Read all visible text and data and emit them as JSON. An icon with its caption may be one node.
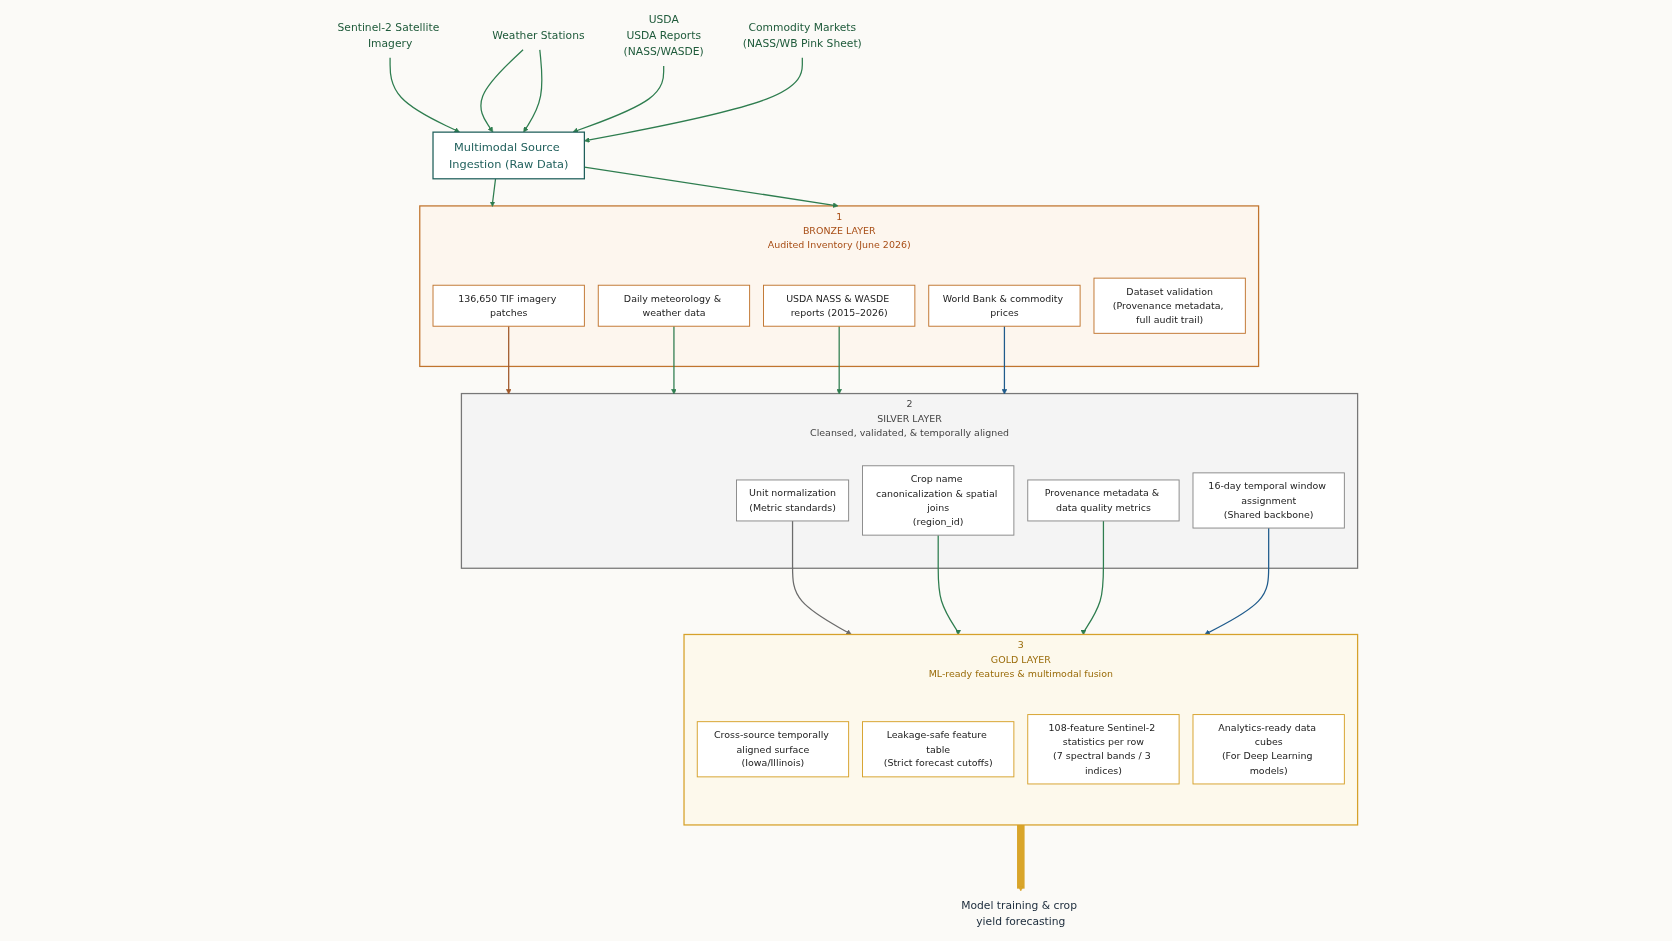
{
  "diagram": {
    "nodes": [
      {
        "text": [
          "Sentinel-2 Satellite Imagery"
        ]
      },
      {
        "text": [
          "Weather Stations"
        ]
      },
      {
        "text": [
          "USDA",
          "USDA Reports",
          "(NASS/WASDE)"
        ]
      },
      {
        "text": [
          "Commodity Markets",
          "(NASS/WB Pink Sheet)"
        ]
      },
      {
        "text": [
          "Multimodal Source Ingestion (Raw Data)"
        ]
      },
      {
        "text": [
          "1",
          "BRONZE LAYER",
          "Audited Inventory (June 2026)"
        ]
      },
      {
        "text": [
          "136,650 TIF imagery patches"
        ],
        "in": 5
      },
      {
        "text": [
          "Daily meteorology & weather data"
        ],
        "in": 5
      },
      {
        "text": [
          "USDA NASS & WASDE reports (2015–2026)"
        ],
        "in": 5
      },
      {
        "text": [
          "World Bank & commodity prices"
        ],
        "in": 5
      },
      {
        "text": [
          "Dataset validation",
          "(Provenance metadata, full audit trail)"
        ],
        "in": 5
      },
      {
        "text": [
          "2",
          "SILVER LAYER",
          "Cleansed, validated, & temporally aligned"
        ]
      },
      {
        "text": [
          "Unit normalization",
          "(Metric standards)"
        ],
        "in": 11
      },
      {
        "text": [
          "Crop name canonicalization & spatial joins",
          "(region_id)"
        ],
        "in": 11
      },
      {
        "text": [
          "Provenance metadata & data quality metrics"
        ],
        "in": 11
      },
      {
        "text": [
          "16-day temporal window assignment",
          "(Shared backbone)"
        ],
        "in": 11
      },
      {
        "text": [
          "3",
          "GOLD LAYER",
          "ML-ready features & multimodal fusion"
        ]
      },
      {
        "text": [
          "Cross-source temporally aligned surface",
          "(Iowa/Illinois)"
        ],
        "in": 16
      },
      {
        "text": [
          "Leakage-safe feature table",
          "(Strict forecast cutoffs)"
        ],
        "in": 16
      },
      {
        "text": [
          "108-feature Sentinel-2 statistics per row",
          "(7 spectral bands / 3 indices)"
        ],
        "in": 16
      },
      {
        "text": [
          "Analytics-ready data cubes",
          "(For Deep Learning models)"
        ],
        "in": 16
      },
      {
        "text": [
          "Model training & crop yield forecasting"
        ]
      }
    ],
    "edges": [
      {
        "from": 0,
        "to": 4,
        "arrow": "to"
      },
      {
        "from": 1,
        "to": 4,
        "arrow": "to"
      },
      {
        "from": 1,
        "to": 4,
        "arrow": "to"
      },
      {
        "from": 2,
        "to": 4,
        "arrow": "to"
      },
      {
        "from": 3,
        "to": 4,
        "arrow": "to"
      },
      {
        "from": 4,
        "to": 5,
        "arrow": "to"
      },
      {
        "from": 4,
        "to": 5,
        "arrow": "to"
      },
      {
        "from": 6,
        "to": 11,
        "arrow": "to",
        "color": "#a0582a"
      },
      {
        "from": 7,
        "to": 11,
        "arrow": "to"
      },
      {
        "from": 8,
        "to": 11,
        "arrow": "to"
      },
      {
        "from": 9,
        "to": 11,
        "arrow": "to",
        "color": "#1f5b8c"
      },
      {
        "from": 12,
        "to": 16,
        "arrow": "to",
        "color": "#6b6b6b"
      },
      {
        "from": 13,
        "to": 16,
        "arrow": "to"
      },
      {
        "from": 14,
        "to": 16,
        "arrow": "to"
      },
      {
        "from": 15,
        "to": 16,
        "arrow": "to",
        "color": "#1f5b8c"
      },
      {
        "from": 16,
        "to": 21,
        "arrow": "to",
        "style": "thick",
        "color": "#d9a52a"
      }
    ]
  }
}
